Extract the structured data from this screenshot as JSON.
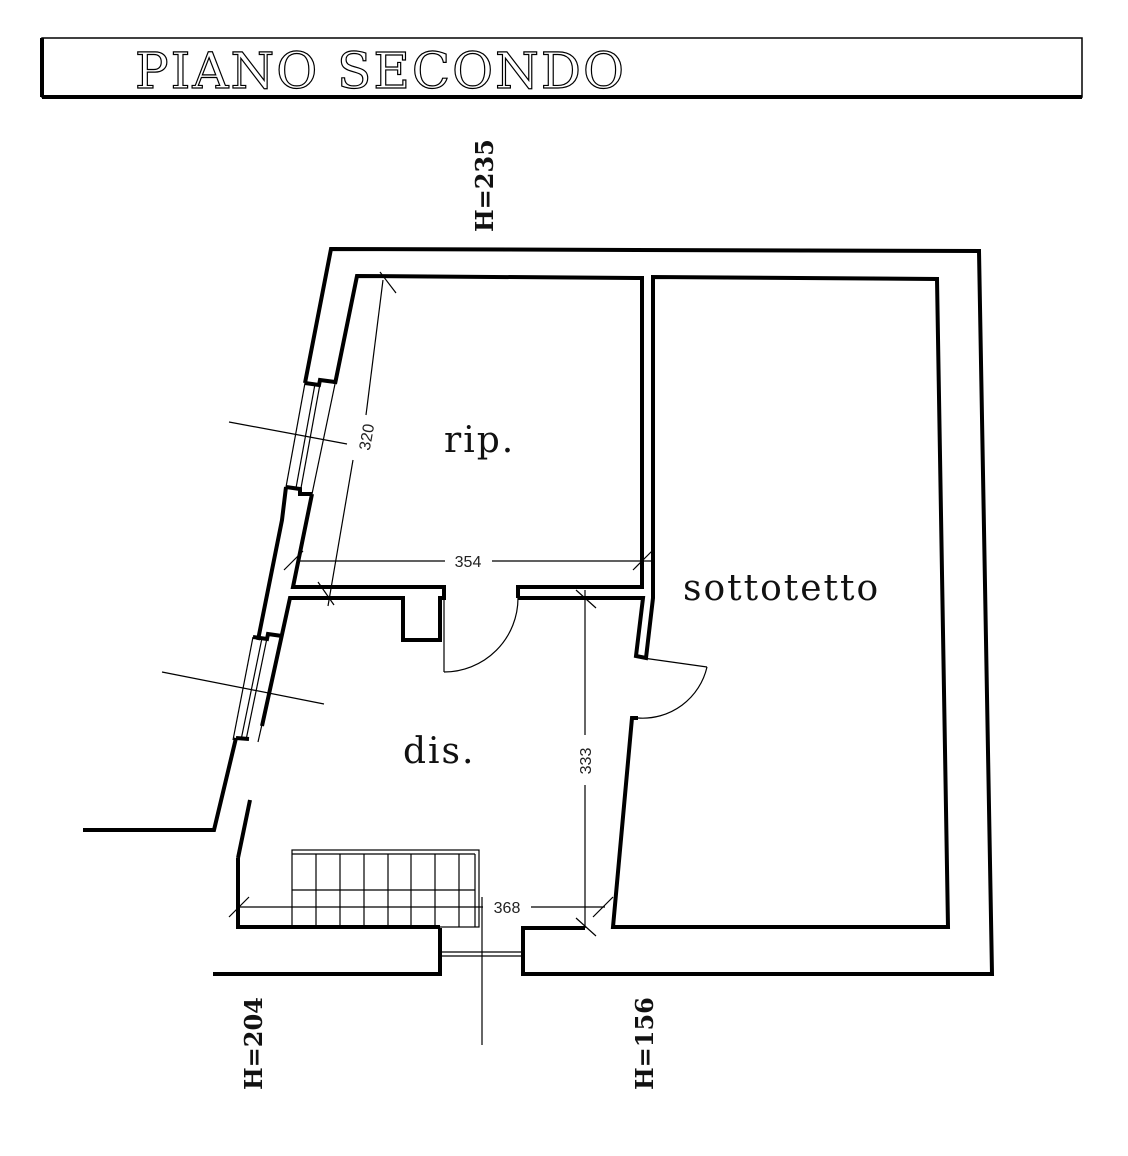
{
  "title": "PIANO SECONDO",
  "rooms": {
    "rip": "rip.",
    "sottotetto": "sottotetto",
    "dis": "dis."
  },
  "dimensions": {
    "rip_depth": "320",
    "rip_width": "354",
    "dis_depth": "333",
    "dis_width": "368"
  },
  "heights": {
    "top": "H=235",
    "bottom_left": "H=204",
    "bottom_right": "H=156"
  }
}
